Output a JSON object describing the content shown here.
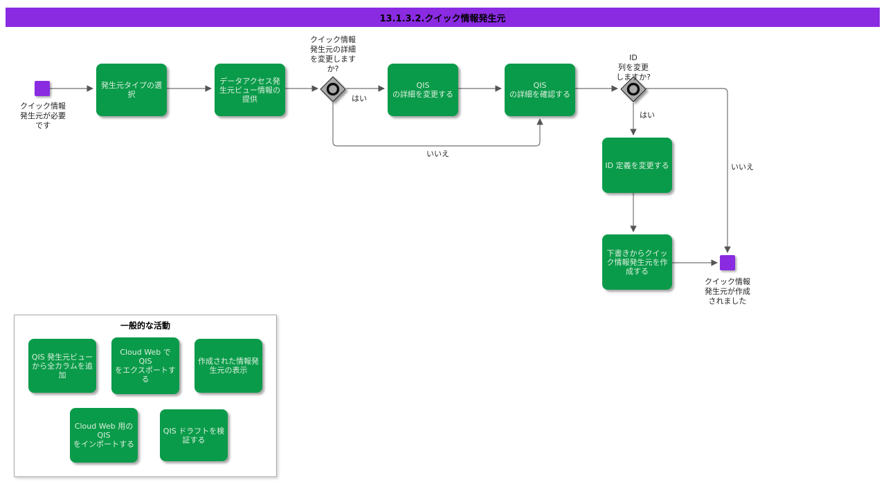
{
  "title": "13.1.3.2.クイック情報発生元",
  "colors": {
    "header_bg": "#8a2be2",
    "task_green": "#0a9b4a",
    "start_end_purple": "#8a2be2",
    "connector_gray": "#707070",
    "decision_gray": "#a9a9a9"
  },
  "flow": {
    "start_label": "クイック情報\n発生元が必要\nです",
    "steps": {
      "select_source_type": "発生元タイプの選\n択",
      "provide_view_info": "データアクセス発\n生元ビュー情報の\n提供",
      "change_qis_details": "QIS\nの詳細を変更する",
      "confirm_qis_details": "QIS\nの詳細を確認する",
      "change_id_definition": "ID 定義を変更する",
      "create_from_draft": "下書きからクイッ\nク情報発生元を作\n成する"
    },
    "decisions": {
      "change_details_question": "クイック情報\n発生元の詳細\nを変更します\nか?",
      "change_id_question": "ID\n列を変更\nしますか?"
    },
    "edges": {
      "yes1": "はい",
      "no1": "いいえ",
      "yes2": "はい",
      "no2": "いいえ"
    },
    "end_label": "クイック情報\n発生元が作成\nされました"
  },
  "common_activities": {
    "title": "一般的な活動",
    "items": [
      "QIS 発生元ビュー\nから全カラムを追\n加",
      "Cloud Web で\nQIS\nをエクスポートす\nる",
      "作成された情報発\n生元の表示",
      "Cloud Web 用の\nQIS\nをインポートする",
      "QIS ドラフトを検\n証する"
    ]
  }
}
